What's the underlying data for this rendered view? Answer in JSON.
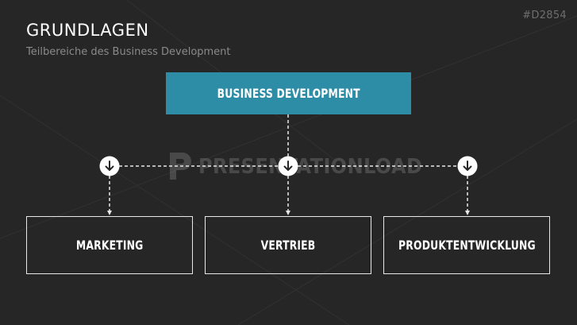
{
  "slide_code": "#D2854",
  "title": "GRUNDLAGEN",
  "subtitle": "Teilbereiche des Business Development",
  "root": {
    "label": "BUSINESS DEVELOPMENT"
  },
  "children": [
    {
      "label": "MARKETING"
    },
    {
      "label": "VERTRIEB"
    },
    {
      "label": "PRODUKTENTWICKLUNG"
    }
  ],
  "watermark": "PRESENTATIONLOAD",
  "colors": {
    "background": "#262626",
    "accent": "#2e8da6",
    "line": "#e8e8e8",
    "subtitle": "#8a8a8a"
  },
  "icons": {
    "connector_node": "arrow-down-circle-icon",
    "watermark_logo": "presentationload-logo-icon"
  }
}
